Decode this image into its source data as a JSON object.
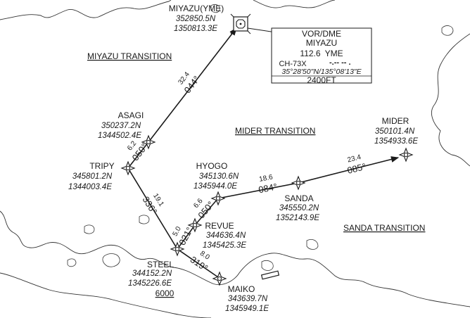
{
  "transitions": {
    "miyazu": "MIYAZU TRANSITION",
    "mider": "MIDER TRANSITION",
    "sanda": "SANDA TRANSITION"
  },
  "navaid": {
    "type": "VOR/DME",
    "name": "MIYAZU",
    "freq": "112.6",
    "ident": "YME",
    "channel": "CH-73X",
    "morse": "-.-- -- .",
    "coords": "35°28'50\"N/135°08'13\"E",
    "elevation": "2400FT"
  },
  "fixes": {
    "miyazu": {
      "name": "MIYAZU(YME)",
      "lat": "352850.5N",
      "lon": "1350813.3E"
    },
    "asagi": {
      "name": "ASAGI",
      "lat": "350237.2N",
      "lon": "1344502.4E"
    },
    "tripy": {
      "name": "TRIPY",
      "lat": "345801.2N",
      "lon": "1344003.4E"
    },
    "hyogo": {
      "name": "HYOGO",
      "lat": "345130.6N",
      "lon": "1345944.0E"
    },
    "revue": {
      "name": "REVUE",
      "lat": "344636.4N",
      "lon": "1345425.3E"
    },
    "steel": {
      "name": "STEEL",
      "lat": "344152.2N",
      "lon": "1345226.6E",
      "altitude": "6000"
    },
    "sanda": {
      "name": "SANDA",
      "lat": "345550.2N",
      "lon": "1352143.9E"
    },
    "mider": {
      "name": "MIDER",
      "lat": "350101.4N",
      "lon": "1354933.6E"
    },
    "maiko": {
      "name": "MAIKO",
      "lat": "343639.7N",
      "lon": "1345949.1E"
    }
  },
  "legs": {
    "asagi_miyazu": {
      "course": "044°",
      "distance": "32.4"
    },
    "tripy_asagi": {
      "course": "050°",
      "distance": "6.2"
    },
    "tripy_steel": {
      "course": "336°",
      "distance": "19.1"
    },
    "revue_hyogo": {
      "course": "050°",
      "distance": "6.6"
    },
    "steel_revue": {
      "course": "021°",
      "distance": "5.0"
    },
    "hyogo_sanda": {
      "course": "084°",
      "distance": "18.6"
    },
    "sanda_mider": {
      "course": "085°",
      "distance": "23.4"
    },
    "maiko_steel": {
      "course": "319°",
      "distance": "8.0"
    }
  }
}
